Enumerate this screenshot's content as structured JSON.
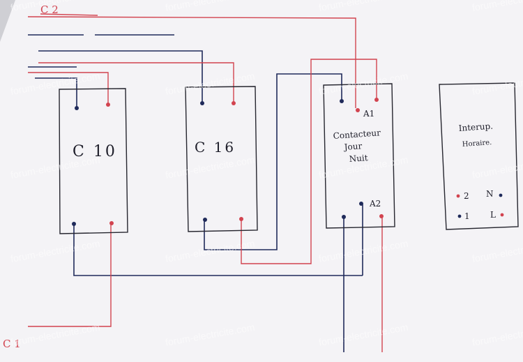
{
  "labels": {
    "top_left": "C 2",
    "bottom_left": "C 1",
    "breaker_1": "C 10",
    "breaker_2": "C 16",
    "contactor": "Contacteur Jour Nuit",
    "contactor_line1": "Contacteur",
    "contactor_line2": "Jour",
    "contactor_line3": "Nuit",
    "a1": "A1",
    "a2": "A2",
    "switch_title_line1": "Interup.",
    "switch_title_line2": "Horaire.",
    "switch_terminals": [
      "2",
      "N",
      "1",
      "L"
    ]
  },
  "watermark": "forum-electricite.com",
  "colors": {
    "paper": "#f4f3f6",
    "blue_wire": "#1f2a5a",
    "red_wire": "#d2434f",
    "box_line": "#26262f"
  }
}
